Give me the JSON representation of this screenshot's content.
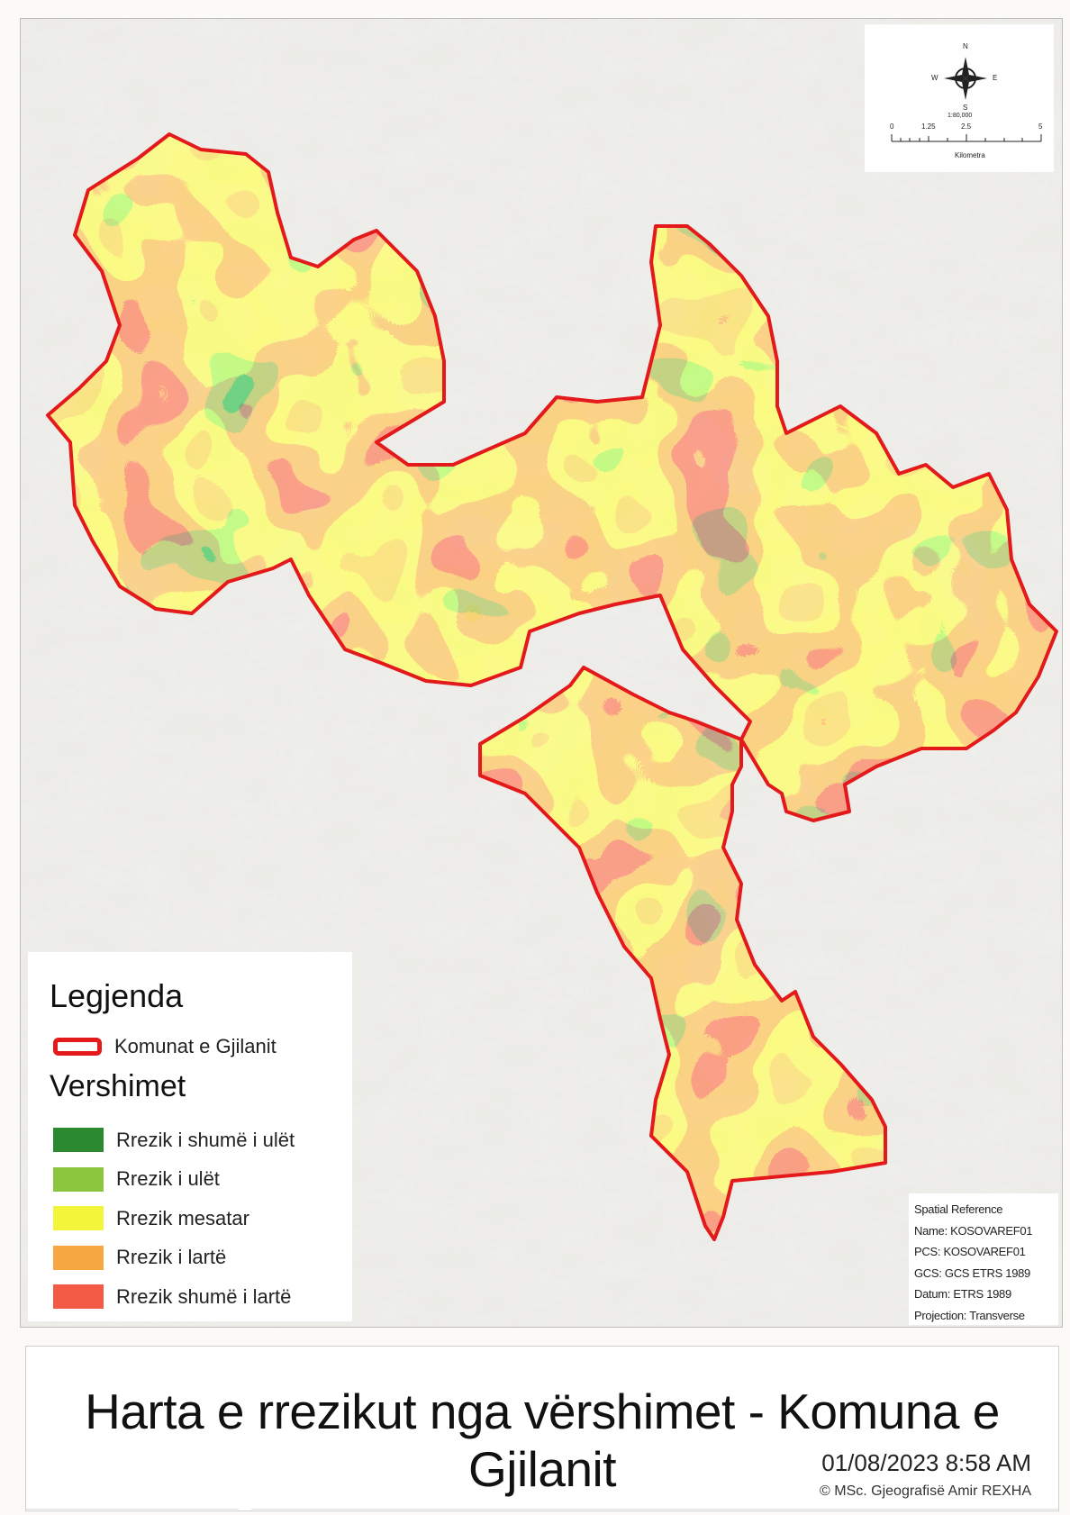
{
  "map": {
    "scale_ratio": "1:80,000",
    "scale_ticks": [
      "0",
      "1.25",
      "2.5",
      "5"
    ],
    "scale_unit": "Kilometra",
    "compass": {
      "n": "N",
      "e": "E",
      "s": "S",
      "w": "W"
    }
  },
  "legend": {
    "title": "Legjenda",
    "boundary_label": "Komunat e Gjilanit",
    "boundary_color": "#e3191b",
    "subtitle": "Vershimet",
    "classes": [
      {
        "label": "Rrezik i shumë i ulët",
        "color": "#2b8a2f"
      },
      {
        "label": "Rrezik i ulët",
        "color": "#8cc63f"
      },
      {
        "label": "Rrezik mesatar",
        "color": "#f2f53a"
      },
      {
        "label": "Rrezik i lartë",
        "color": "#f7a740"
      },
      {
        "label": "Rrezik shumë i lartë",
        "color": "#f35a45"
      }
    ]
  },
  "spatial_reference": {
    "heading": "Spatial Reference",
    "name": "Name: KOSOVAREF01",
    "pcs": "PCS: KOSOVAREF01",
    "gcs": "GCS: GCS ETRS 1989",
    "datum": "Datum: ETRS 1989",
    "projection": "Projection: Transverse Mercator"
  },
  "footer": {
    "title": "Harta e rrezikut nga vërshimet - Komuna e Gjilanit",
    "date": "01/08/2023 8:58 AM",
    "credit": "© MSc. Gjeografisë Amir REXHA"
  }
}
